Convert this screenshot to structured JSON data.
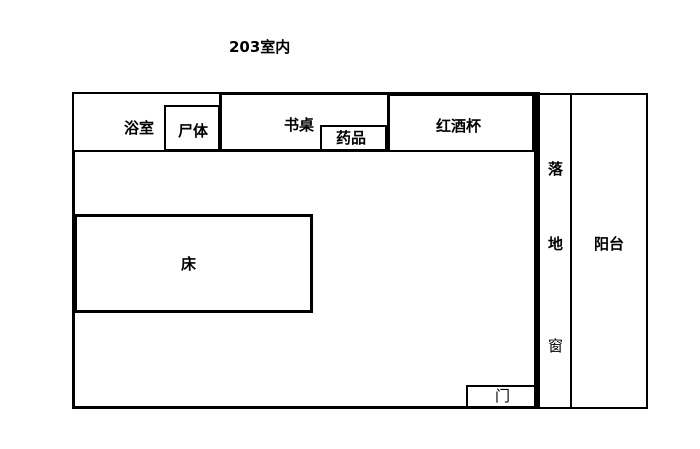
{
  "title": "203室内",
  "rooms": {
    "bathroom": "浴室",
    "corpse": "尸体",
    "desk": "书桌",
    "medicine": "药品",
    "wine_glass": "红酒杯",
    "bed": "床",
    "door": "门",
    "window_chars": [
      "落",
      "地",
      "窗"
    ],
    "balcony": "阳台"
  },
  "colors": {
    "line": "#000000",
    "background": "#ffffff"
  }
}
